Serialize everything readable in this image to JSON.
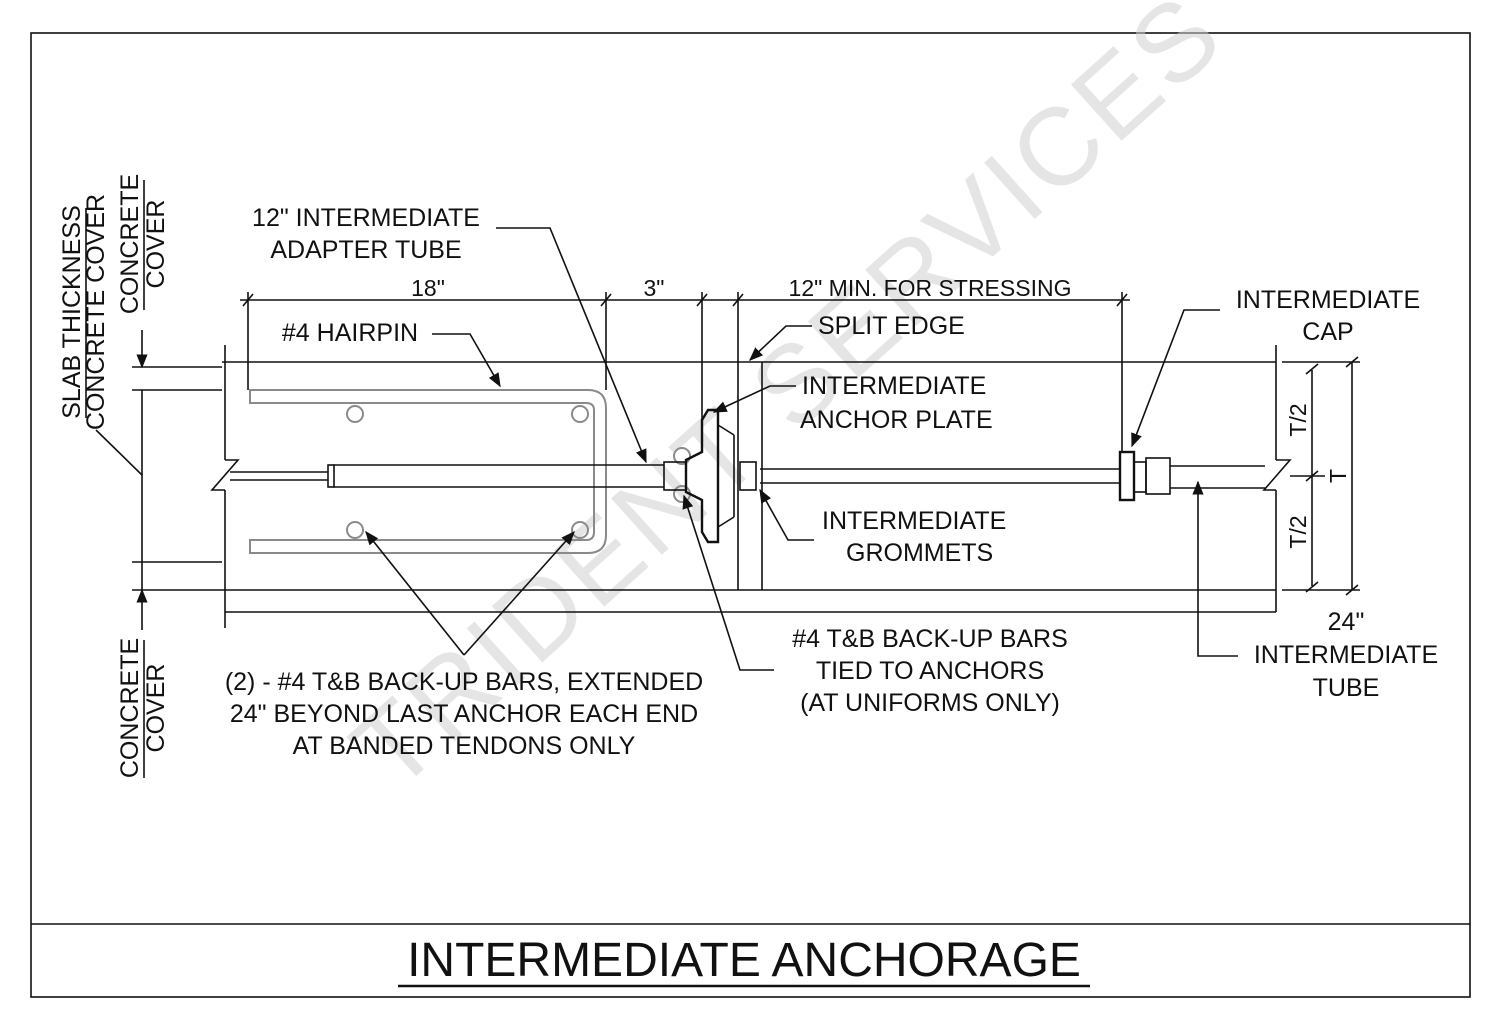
{
  "title": "INTERMEDIATE ANCHORAGE",
  "watermark": "TRIDENT SERVICES",
  "dimensions": {
    "d18": "18\"",
    "d3": "3\"",
    "d12min": "12\" MIN. FOR STRESSING",
    "half_top": "T/2",
    "half_bot": "T/2",
    "thickness": "T",
    "d24": "24\""
  },
  "side_labels": {
    "slab_thickness": "SLAB THICKNESS",
    "concrete_cover_a": "CONCRETE COVER",
    "concrete_top_1": "CONCRETE",
    "concrete_top_2": "COVER",
    "concrete_bot_1": "CONCRETE",
    "concrete_bot_2": "COVER"
  },
  "callouts": {
    "adapter_tube_1": "12\" INTERMEDIATE",
    "adapter_tube_2": "ADAPTER TUBE",
    "hairpin": "#4 HAIRPIN",
    "split_edge": "SPLIT EDGE",
    "anchor_plate_1": "INTERMEDIATE",
    "anchor_plate_2": "ANCHOR PLATE",
    "grommets_1": "INTERMEDIATE",
    "grommets_2": "GROMMETS",
    "cap_1": "INTERMEDIATE",
    "cap_2": "CAP",
    "tube_1": "INTERMEDIATE",
    "tube_2": "TUBE",
    "backup_uniform_1": "#4 T&B BACK-UP BARS",
    "backup_uniform_2": "TIED TO ANCHORS",
    "backup_uniform_3": "(AT UNIFORMS ONLY)",
    "backup_banded_1": "(2) - #4 T&B BACK-UP BARS, EXTENDED",
    "backup_banded_2": "24\" BEYOND LAST ANCHOR EACH END",
    "backup_banded_3": "AT BANDED TENDONS ONLY"
  }
}
